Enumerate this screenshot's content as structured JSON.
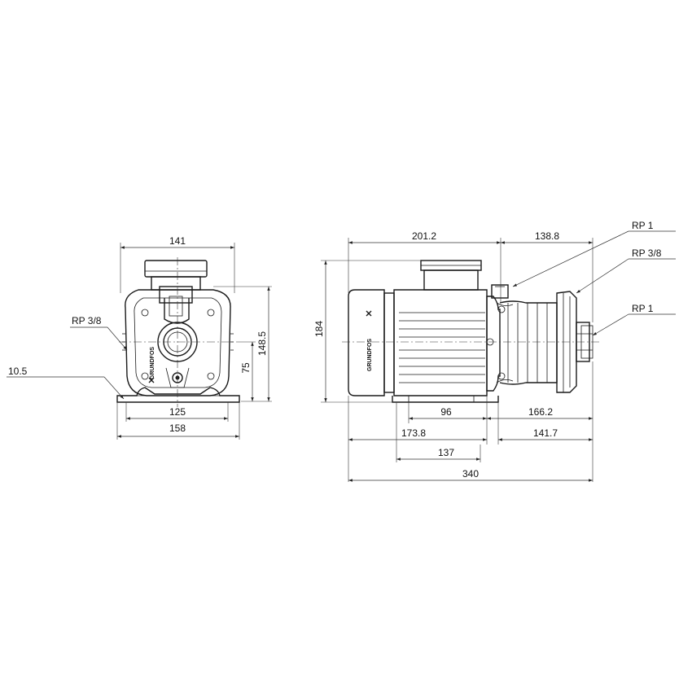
{
  "front_view": {
    "dims": {
      "overall_width": "141",
      "height_total": "148.5",
      "shaft_height": "75",
      "foot_holes": "125",
      "foot_width": "158",
      "foot_thickness": "10.5"
    },
    "callouts": {
      "drain_port": "RP 3/8"
    },
    "logo_text": "GRUNDFOS"
  },
  "side_view": {
    "dims": {
      "motor_length": "201.2",
      "pump_length": "138.8",
      "height": "184",
      "foot_span": "96",
      "pump_offset": "166.2",
      "motor_offset": "173.8",
      "pump_end": "141.7",
      "foot_center": "137",
      "overall_length": "340"
    },
    "callouts": {
      "suction_top": "RP 1",
      "vent": "RP 3/8",
      "discharge": "RP 1"
    },
    "logo_text": "GRUNDFOS"
  }
}
